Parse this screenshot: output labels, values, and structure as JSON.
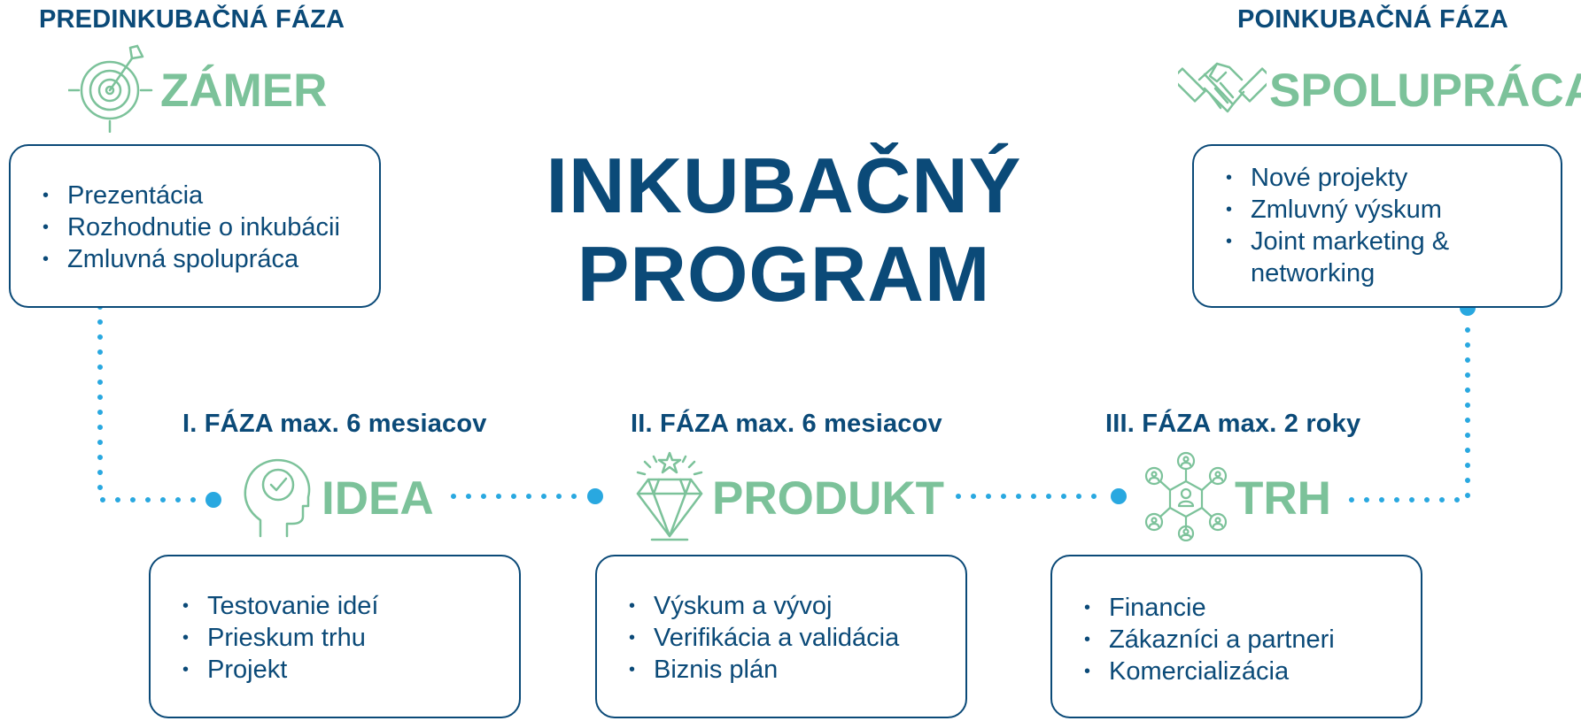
{
  "colors": {
    "navy": "#0b4a78",
    "green": "#7cc29a",
    "connector": "#29a8e0"
  },
  "title": {
    "line1": "INKUBAČNÝ",
    "line2": "PROGRAM"
  },
  "pre": {
    "phase_label": "PREDINKUBAČNÁ FÁZA",
    "title": "ZÁMER",
    "icon": "target-icon",
    "items": [
      "Prezentácia",
      "Rozhodnutie o inkubácii",
      "Zmluvná spolupráca"
    ]
  },
  "post": {
    "phase_label": "POINKUBAČNÁ FÁZA",
    "title": "SPOLUPRÁCA",
    "icon": "handshake-icon",
    "items": [
      "Nové projekty",
      "Zmluvný výskum",
      "Joint marketing & networking"
    ]
  },
  "phases": [
    {
      "label": "I. FÁZA max. 6 mesiacov",
      "title": "IDEA",
      "icon": "head-check-icon",
      "items": [
        "Testovanie ideí",
        "Prieskum trhu",
        "Projekt"
      ]
    },
    {
      "label": "II. FÁZA max. 6 mesiacov",
      "title": "PRODUKT",
      "icon": "diamond-icon",
      "items": [
        "Výskum a vývoj",
        "Verifikácia a validácia",
        "Biznis plán"
      ]
    },
    {
      "label": "III. FÁZA max. 2 roky",
      "title": "TRH",
      "icon": "network-icon",
      "items": [
        "Financie",
        "Zákazníci a partneri",
        "Komercializácia"
      ]
    }
  ]
}
